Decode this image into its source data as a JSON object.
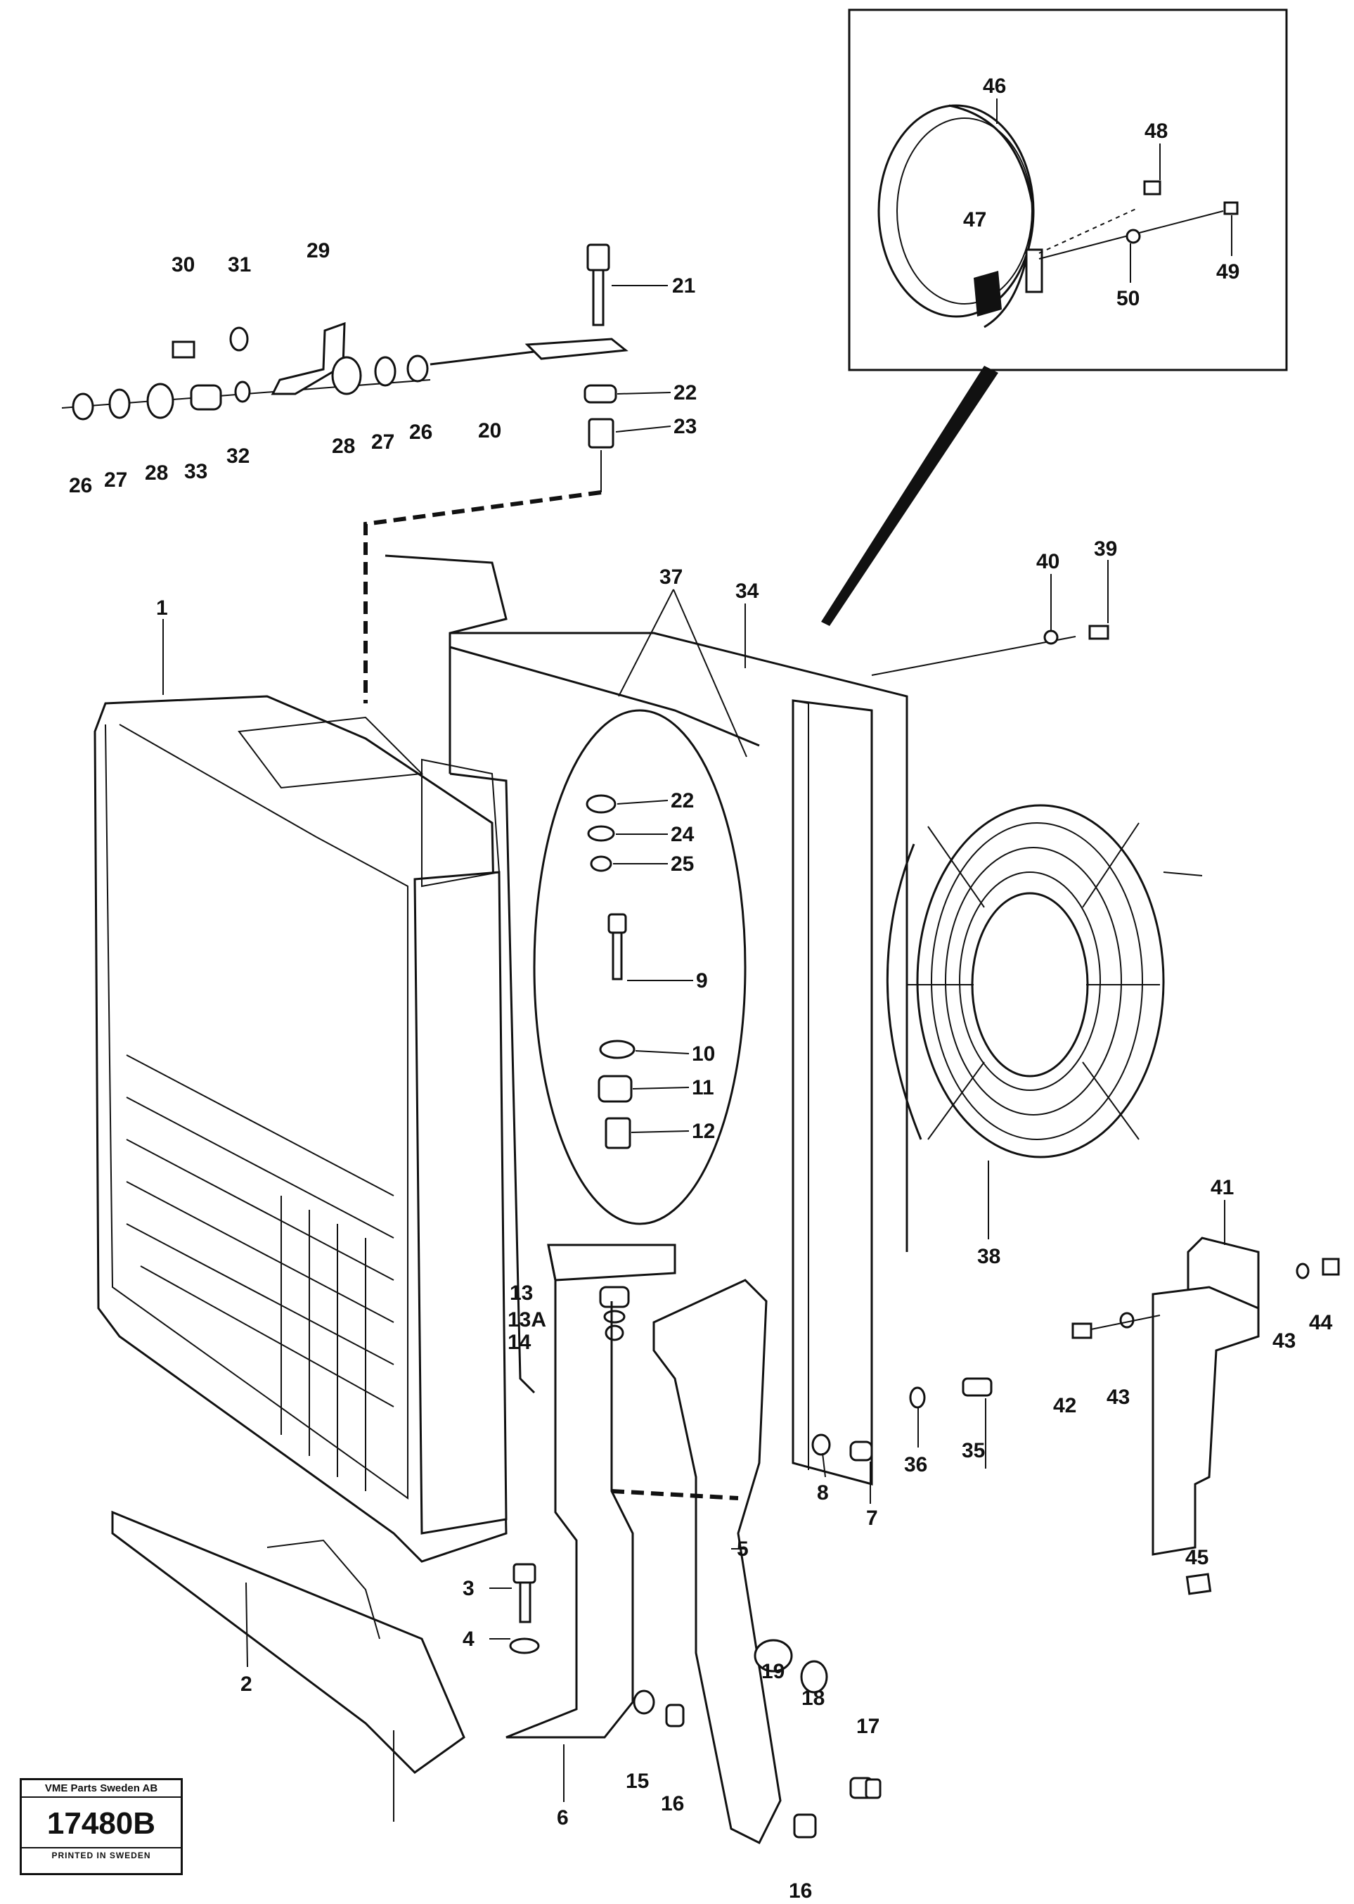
{
  "labels": {
    "l1": "1",
    "l2": "2",
    "l3": "3",
    "l4": "4",
    "l5": "5",
    "l6": "6",
    "l7": "7",
    "l8": "8",
    "l9": "9",
    "l10": "10",
    "l11": "11",
    "l12": "12",
    "l13": "13",
    "l13a": "13A",
    "l14": "14",
    "l15": "15",
    "l16a": "16",
    "l16b": "16",
    "l17": "17",
    "l18": "18",
    "l19": "19",
    "l20": "20",
    "l21": "21",
    "l22a": "22",
    "l22b": "22",
    "l23": "23",
    "l24": "24",
    "l25": "25",
    "l26a": "26",
    "l26b": "26",
    "l27a": "27",
    "l27b": "27",
    "l28a": "28",
    "l28b": "28",
    "l29": "29",
    "l30": "30",
    "l31": "31",
    "l32": "32",
    "l33": "33",
    "l34": "34",
    "l35": "35",
    "l36": "36",
    "l37": "37",
    "l38": "38",
    "l39": "39",
    "l40": "40",
    "l41": "41",
    "l42": "42",
    "l43a": "43",
    "l43b": "43",
    "l44": "44",
    "l45": "45",
    "l46": "46",
    "l47": "47",
    "l48": "48",
    "l49": "49",
    "l50": "50"
  },
  "stamp": {
    "company": "VME Parts Sweden AB",
    "number": "17480B",
    "printed": "PRINTED IN SWEDEN"
  }
}
